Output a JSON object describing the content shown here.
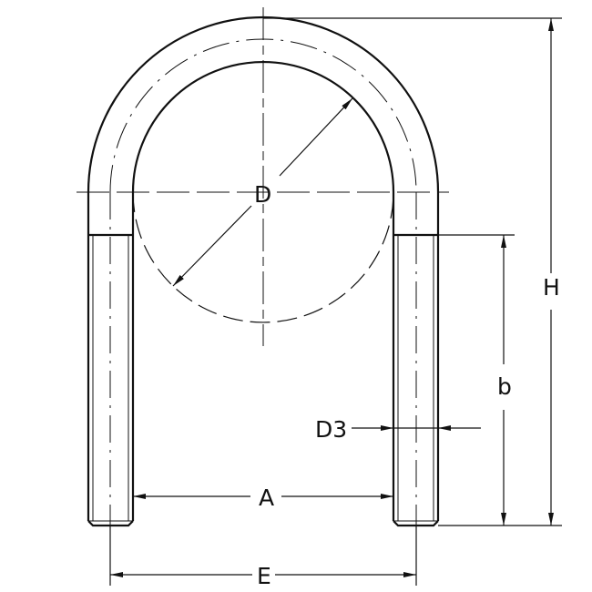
{
  "drawing": {
    "subject": "U-bolt technical drawing",
    "labels": {
      "D": "D",
      "H": "H",
      "b": "b",
      "D3": "D3",
      "A": "A",
      "E": "E"
    },
    "colors": {
      "line": "#111111",
      "background": "#ffffff"
    }
  }
}
